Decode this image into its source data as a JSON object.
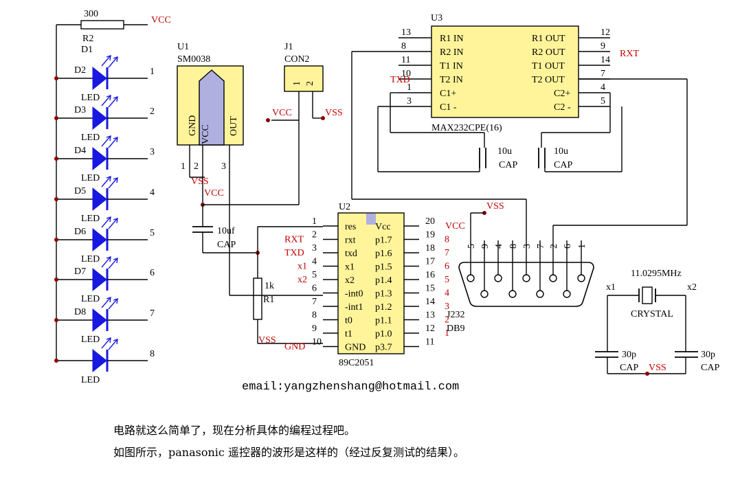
{
  "labels": {
    "r2_value": "300",
    "r2_ref": "R2",
    "vcc": "VCC",
    "vss": "VSS",
    "d1": "D1",
    "leds": [
      {
        "ref": "D2",
        "label": "LED",
        "pin": "1"
      },
      {
        "ref": "D3",
        "label": "LED",
        "pin": "2"
      },
      {
        "ref": "D4",
        "label": "LED",
        "pin": "3"
      },
      {
        "ref": "D5",
        "label": "LED",
        "pin": "4"
      },
      {
        "ref": "D6",
        "label": "LED",
        "pin": "5"
      },
      {
        "ref": "D7",
        "label": "LED",
        "pin": "6"
      },
      {
        "ref": "D8",
        "label": "LED",
        "pin": "7"
      },
      {
        "ref": "",
        "label": "LED",
        "pin": "8"
      }
    ],
    "u1_ref": "U1",
    "u1_part": "SM0038",
    "u1_pins": [
      "GND",
      "VCC",
      "OUT"
    ],
    "u1_pin_nums": [
      "1",
      "2",
      "3"
    ],
    "j1_ref": "J1",
    "j1_part": "CON2",
    "j1_pins": [
      "1",
      "2"
    ],
    "c_10uf": "10uf",
    "cap": "CAP",
    "r1_value": "1k",
    "r1_ref": "R1",
    "u2_ref": "U2",
    "u2_part": "89C2051",
    "u2_left": [
      {
        "num": "1",
        "name": "res",
        "net": ""
      },
      {
        "num": "2",
        "name": "rxt",
        "net": "RXT"
      },
      {
        "num": "3",
        "name": "txd",
        "net": "TXD"
      },
      {
        "num": "4",
        "name": "x1",
        "net": "x1"
      },
      {
        "num": "5",
        "name": "x2",
        "net": "x2"
      },
      {
        "num": "6",
        "name": "-int0",
        "net": ""
      },
      {
        "num": "7",
        "name": "-int1",
        "net": ""
      },
      {
        "num": "8",
        "name": "t0",
        "net": ""
      },
      {
        "num": "9",
        "name": "t1",
        "net": ""
      },
      {
        "num": "10",
        "name": "GND",
        "net": "GND"
      }
    ],
    "u2_right": [
      {
        "num": "20",
        "name": "Vcc",
        "net": "VCC"
      },
      {
        "num": "19",
        "name": "p1.7",
        "net": "8"
      },
      {
        "num": "18",
        "name": "p1.6",
        "net": "7"
      },
      {
        "num": "17",
        "name": "p1.5",
        "net": "6"
      },
      {
        "num": "16",
        "name": "p1.4",
        "net": "5"
      },
      {
        "num": "15",
        "name": "p1.3",
        "net": "4"
      },
      {
        "num": "14",
        "name": "p1.2",
        "net": "3"
      },
      {
        "num": "13",
        "name": "p1.1",
        "net": "2"
      },
      {
        "num": "12",
        "name": "p1.0",
        "net": "1"
      },
      {
        "num": "11",
        "name": "p3.7",
        "net": ""
      }
    ],
    "u3_ref": "U3",
    "u3_part": "MAX232CPE(16)",
    "u3_left": [
      {
        "num": "13",
        "name": "R1 IN",
        "net": ""
      },
      {
        "num": "8",
        "name": "R2 IN",
        "net": ""
      },
      {
        "num": "11",
        "name": "T1 IN",
        "net": ""
      },
      {
        "num": "10",
        "name": "T2 IN",
        "net": "TXD"
      },
      {
        "num": "1",
        "name": "C1+",
        "net": ""
      },
      {
        "num": "3",
        "name": "C1 -",
        "net": ""
      }
    ],
    "u3_right": [
      {
        "num": "12",
        "name": "R1 OUT",
        "net": ""
      },
      {
        "num": "9",
        "name": "R2 OUT",
        "net": "RXT"
      },
      {
        "num": "14",
        "name": "T1 OUT",
        "net": ""
      },
      {
        "num": "7",
        "name": "T2 OUT",
        "net": ""
      },
      {
        "num": "4",
        "name": "C2+",
        "net": ""
      },
      {
        "num": "5",
        "name": "C2 -",
        "net": ""
      }
    ],
    "c_10u": "10u",
    "db9_pins": [
      "5",
      "9",
      "4",
      "8",
      "3",
      "7",
      "2",
      "6",
      "1"
    ],
    "j232_ref": "J232",
    "db9": "DB9",
    "xtal_freq": "11.0295MHz",
    "crystal": "CRYSTAL",
    "x1": "x1",
    "x2": "x2",
    "c_30p": "30p"
  },
  "email": "email:yangzhenshang@hotmail.com",
  "paragraph": {
    "line1": "电路就这么简单了，现在分析具体的编程过程吧。",
    "line2": "如图所示，panasonic 遥控器的波形是这样的（经过反复测试的结果）。"
  },
  "colors": {
    "led": "#1818e0",
    "net_label": "#c00000",
    "ic_fill": "#fff49a",
    "sensor_fill": "#b0b0e0",
    "junction": "#8b0000"
  }
}
